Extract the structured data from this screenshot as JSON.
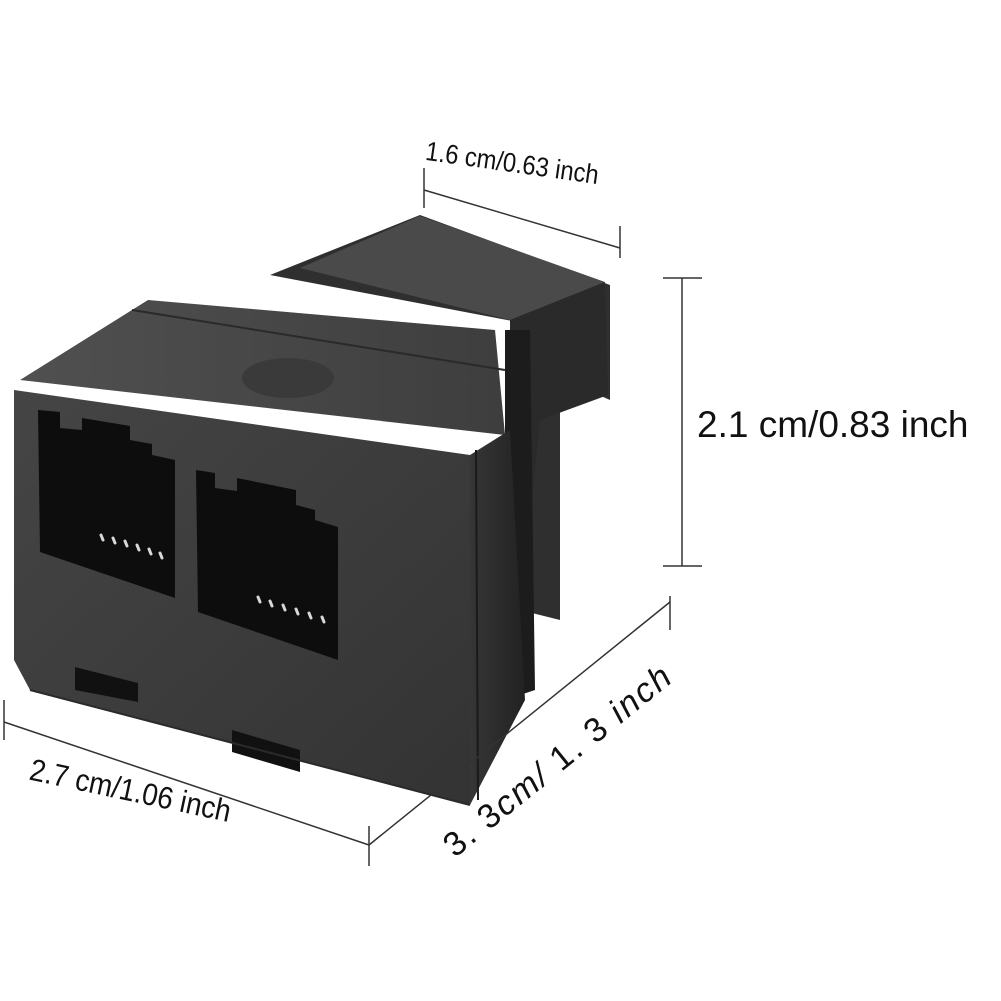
{
  "image": {
    "subject": "RJ45 1-to-2 network splitter adapter",
    "description": "Black dual-port RJ45 female coupler/splitter shown in 3/4 perspective with dimension callouts",
    "colors": {
      "background": "#ffffff",
      "body_front": "#3c3c3c",
      "body_top": "#4a4a4a",
      "body_side": "#2e2e2e",
      "port_cavity": "#0d0d0d",
      "pins": "#d8d8d8",
      "dimension_lines": "#333333",
      "label_text": "#111111"
    },
    "ports": {
      "front_count": 2
    }
  },
  "dimensions": {
    "width_back": {
      "text": "1.6 cm/0.63 inch"
    },
    "height": {
      "text": "2.1 cm/0.83 inch"
    },
    "width_front": {
      "text": "2.7 cm/1.06 inch"
    },
    "depth": {
      "value_cm": "3. 3",
      "unit_cm": "cm/",
      "value_in": " 1. 3",
      "unit_in": "inch"
    }
  }
}
